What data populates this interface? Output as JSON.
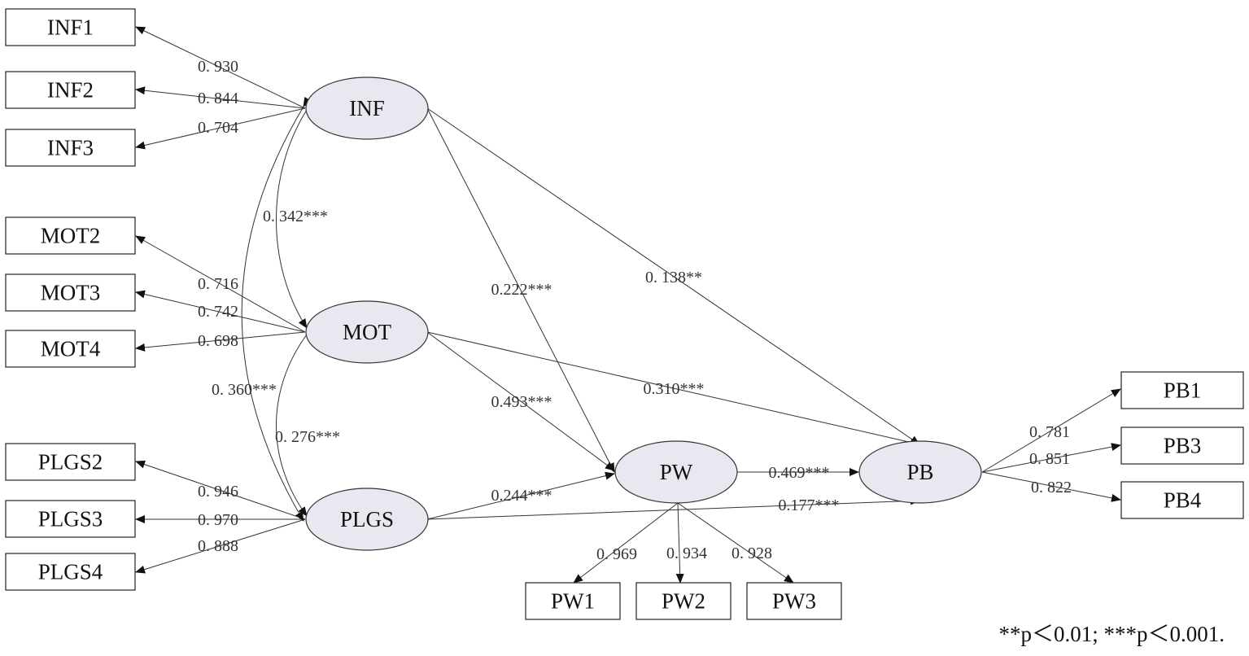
{
  "observed": {
    "INF1": "INF1",
    "INF2": "INF2",
    "INF3": "INF3",
    "MOT2": "MOT2",
    "MOT3": "MOT3",
    "MOT4": "MOT4",
    "PLGS2": "PLGS2",
    "PLGS3": "PLGS3",
    "PLGS4": "PLGS4",
    "PW1": "PW1",
    "PW2": "PW2",
    "PW3": "PW3",
    "PB1": "PB1",
    "PB3": "PB3",
    "PB4": "PB4"
  },
  "latent": {
    "INF": "INF",
    "MOT": "MOT",
    "PLGS": "PLGS",
    "PW": "PW",
    "PB": "PB"
  },
  "loadings": {
    "inf1": "0. 930",
    "inf2": "0. 844",
    "inf3": "0. 704",
    "mot2": "0. 716",
    "mot3": "0. 742",
    "mot4": "0. 698",
    "plgs2": "0. 946",
    "plgs3": "0. 970",
    "plgs4": "0. 888",
    "pw1": "0. 969",
    "pw2": "0. 934",
    "pw3": "0. 928",
    "pb1": "0. 781",
    "pb3": "0. 851",
    "pb4": "0. 822"
  },
  "correlations": {
    "inf_mot": "0. 342***",
    "inf_plgs": "0. 360***",
    "mot_plgs": "0. 276***"
  },
  "paths": {
    "inf_pw": "0.222***",
    "inf_pb": "0. 138**",
    "mot_pw": "0.493***",
    "mot_pb": "0.310***",
    "plgs_pw": "0.244***",
    "plgs_pb": "0.177***",
    "pw_pb": "0.469***"
  },
  "note": "**p＜0.01; ***p＜0.001."
}
